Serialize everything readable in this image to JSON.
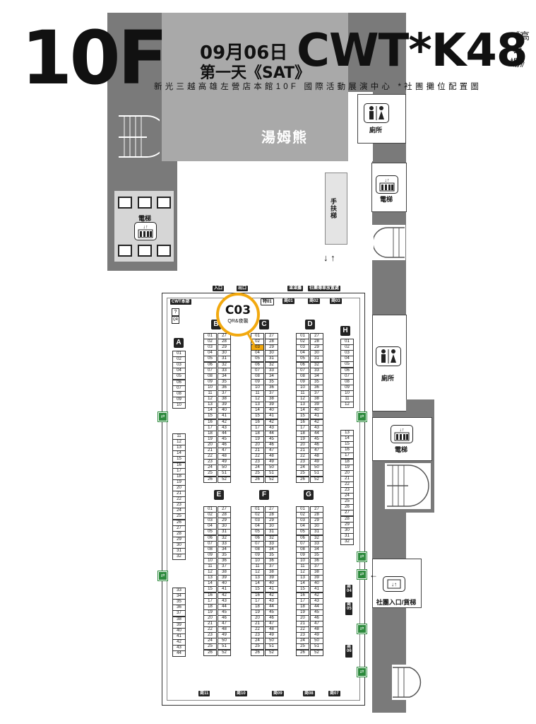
{
  "header": {
    "floor": "10F",
    "date": "09月06日",
    "day": "第一天《SAT》",
    "event": "CWT*K48",
    "subtitle": "新光三越高雄左營店本館10F 國際活動展演中心 *社團攤位配置圖",
    "venue_side": "《高雄場》"
  },
  "rooms": {
    "shop": "湯姆熊",
    "escalator": "手扶梯",
    "escalator_arrows": "↓ ↑"
  },
  "facilities": {
    "restroom_1": "廁所",
    "restroom_2": "廁所",
    "elevator_1": "電梯",
    "elevator_2": "電梯",
    "elevator_3": "電梯",
    "service_elevator": "社團入口/貨梯",
    "arrow_right": "←"
  },
  "top_tags": {
    "entrance": "入口",
    "exit": "出口",
    "cwt_hq": "CWT本部",
    "info": "?",
    "scan": "QR",
    "supply": "湛湛攤",
    "poster": "社團傳單放置處"
  },
  "callout": {
    "code": "C03",
    "note": "QR&夜襲"
  },
  "sections": {
    "A": "A",
    "B": "B",
    "C": "C",
    "D": "D",
    "E": "E",
    "F": "F",
    "G": "G",
    "H": "H"
  },
  "special_tags": {
    "t01": "特01",
    "s01": "商01",
    "s02": "商02",
    "s03": "商03",
    "s04": "商04",
    "s05": "商05",
    "s06": "商06",
    "s07": "商07",
    "s08": "商08",
    "s09": "商09",
    "s10": "商10",
    "s11": "商11"
  },
  "booths": {
    "left_col_1": [
      "01",
      "02",
      "03",
      "04",
      "05",
      "06",
      "07",
      "08",
      "09",
      "10",
      "11",
      "12",
      "13",
      "14",
      "15",
      "16",
      "17",
      "18",
      "19",
      "20",
      "21",
      "22",
      "23",
      "24",
      "25",
      "26"
    ],
    "right_col_1": [
      "27",
      "28",
      "29",
      "30",
      "31",
      "32",
      "33",
      "34",
      "35",
      "36",
      "37",
      "38",
      "39",
      "40",
      "41",
      "42",
      "43",
      "44",
      "45",
      "46",
      "47",
      "48",
      "49",
      "50",
      "51",
      "52"
    ],
    "A_top": [
      "01",
      "02",
      "03",
      "04",
      "05",
      "06",
      "07",
      "08",
      "09",
      "10"
    ],
    "A_mid": [
      "11",
      "12",
      "13",
      "14",
      "15",
      "16",
      "17",
      "18",
      "19",
      "20",
      "21",
      "22",
      "23",
      "24",
      "25",
      "26",
      "27",
      "28",
      "29",
      "30",
      "31",
      "32"
    ],
    "A_bot": [
      "33",
      "34",
      "35",
      "36",
      "37",
      "38",
      "39",
      "40",
      "41",
      "42",
      "43",
      "44"
    ],
    "H_top": [
      "01",
      "02",
      "03",
      "04",
      "05",
      "06",
      "07",
      "08",
      "09",
      "10",
      "11",
      "12"
    ],
    "H_bot": [
      "13",
      "14",
      "15",
      "16",
      "17",
      "18",
      "19",
      "20",
      "21",
      "22",
      "23",
      "24",
      "25",
      "26",
      "27",
      "28",
      "29",
      "30",
      "31",
      "32"
    ]
  },
  "highlight": {
    "section": "C",
    "booth": "03"
  },
  "icons": {
    "restroom": "restroom-icon",
    "elevator": "elevator-icon",
    "exit": "emergency-exit-icon",
    "stairs": "stairs-icon"
  },
  "colors": {
    "dark_area": "#7a7a7a",
    "mid_area": "#a9a9a9",
    "highlight": "#f2a90f",
    "callout": "#f2a90f",
    "exit": "#2c8a3c"
  }
}
